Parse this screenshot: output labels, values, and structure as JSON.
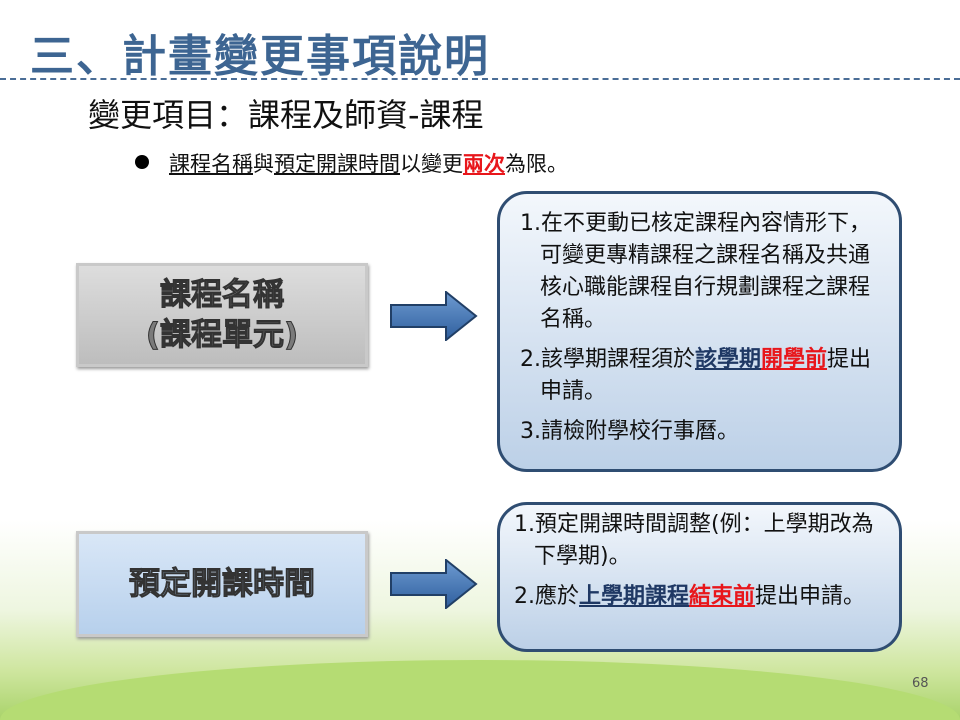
{
  "title": "三、計畫變更事項說明",
  "subtitle": "變更項目：課程及師資-課程",
  "bullet": {
    "p1": "課程名稱",
    "p2": "與",
    "p3": "預定開課時間",
    "p4": "以變更",
    "p5": "兩次",
    "p6": "為限。"
  },
  "box_course_name": {
    "line1": "課程名稱",
    "line2": "(課程單元)"
  },
  "box_schedule": "預定開課時間",
  "course_notes": {
    "i1": "1.在不更動已核定課程內容情形下，可變更專精課程之課程名稱及共通核心職能課程自行規劃課程之課程名稱。",
    "i2a": "2.該學期課程須於",
    "i2b": "該學期",
    "i2c": "開學前",
    "i2d": "提出申請。",
    "i3": "3.請檢附學校行事曆。"
  },
  "schedule_notes": {
    "i1": "1.預定開課時間調整(例：上學期改為下學期)。",
    "i2a": "2.應於",
    "i2b": "上學期課程",
    "i2c": "結束前",
    "i2d": "提出申請。"
  },
  "page_number": "68"
}
